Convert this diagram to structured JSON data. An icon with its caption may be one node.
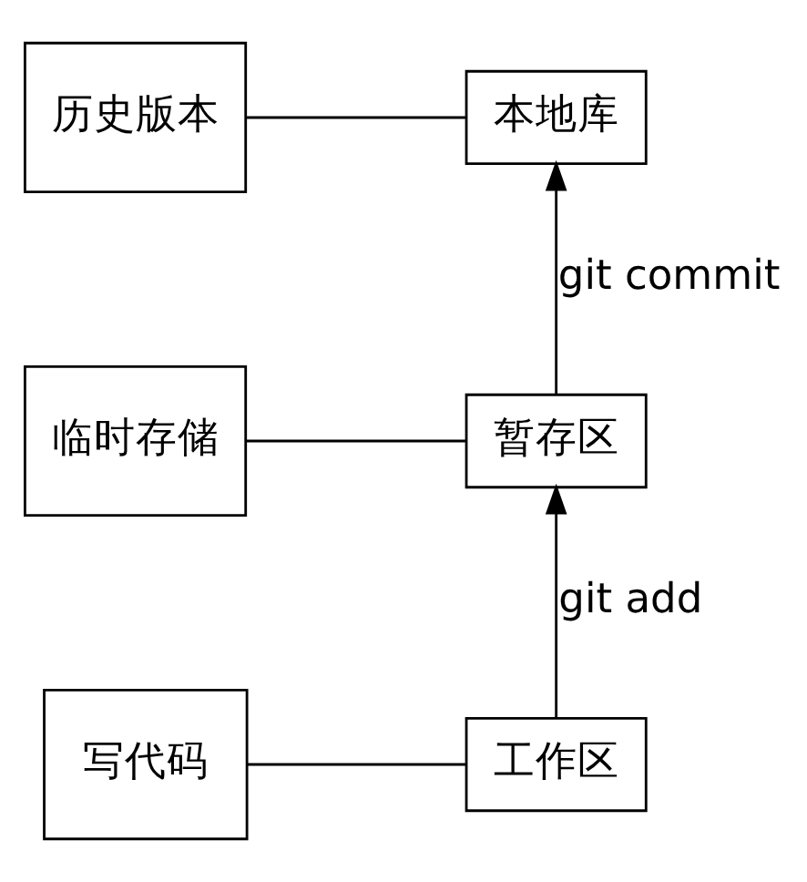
{
  "diagram": {
    "nodes": [
      {
        "text": [
          "历史版本"
        ]
      },
      {
        "text": [
          "本地库"
        ]
      },
      {
        "text": [
          "临时存储"
        ]
      },
      {
        "text": [
          "暂存区"
        ]
      },
      {
        "text": [
          "写代码"
        ]
      },
      {
        "text": [
          "工作区"
        ]
      }
    ],
    "edges": [
      {
        "from": 5,
        "to": 3,
        "arrow": "to",
        "label": "git add"
      },
      {
        "from": 3,
        "to": 1,
        "arrow": "to",
        "label": "git commit"
      },
      {
        "from": 0,
        "to": 1,
        "arrow": "none"
      },
      {
        "from": 2,
        "to": 3,
        "arrow": "none"
      },
      {
        "from": 4,
        "to": 5,
        "arrow": "none"
      }
    ]
  }
}
